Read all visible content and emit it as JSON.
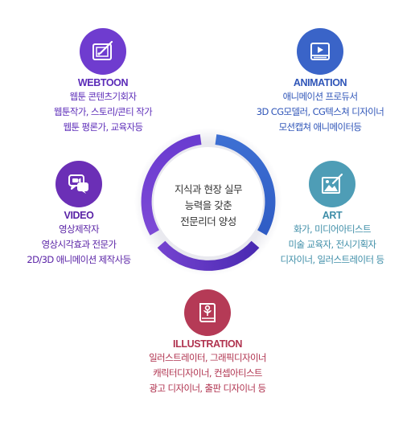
{
  "center": {
    "lines": [
      "지식과 현장 실무",
      "능력을 갖춘",
      "전문리더 양성"
    ]
  },
  "colors": {
    "webtoon": "#6f3ccf",
    "animation": "#3a64c8",
    "video": "#6b2fb6",
    "art": "#4e9db6",
    "illustration": "#b53a56",
    "ring_left": "#6a3bd0",
    "ring_right": "#3d6fd2",
    "ring_bottom": "#5b2bbf"
  },
  "nodes": {
    "webtoon": {
      "icon": "drawing-tablet-icon",
      "title": "WEBTOON",
      "lines": [
        "웹툰 콘텐츠기회자",
        "웹툰작가, 스토리/콘티 작가",
        "웹툰 평론가, 교육자등"
      ]
    },
    "animation": {
      "icon": "video-player-icon",
      "title": "ANIMATION",
      "lines": [
        "애니메이션 프로듀서",
        "3D CG모델러, CG텍스쳐 디자이너",
        "모션캡쳐 애니메이터등"
      ]
    },
    "video": {
      "icon": "chat-bubbles-icon",
      "title": "VIDEO",
      "lines": [
        "영상제작자",
        "영상시각효과 전문가",
        "2D/3D 애니메이션 제작사등"
      ]
    },
    "art": {
      "icon": "canvas-pencil-icon",
      "title": "ART",
      "lines": [
        "화가, 미디어아티스트",
        "미술 교육자, 전시기획자",
        "디자이너, 일러스트레이터 등"
      ]
    },
    "illustration": {
      "icon": "flower-book-icon",
      "title": "ILLUSTRATION",
      "lines": [
        "일러스트레이터, 그래픽디자이너",
        "캐릭터디자이너, 컨셉아티스트",
        "광고 디자이너, 출판 디자이너 등"
      ]
    }
  }
}
